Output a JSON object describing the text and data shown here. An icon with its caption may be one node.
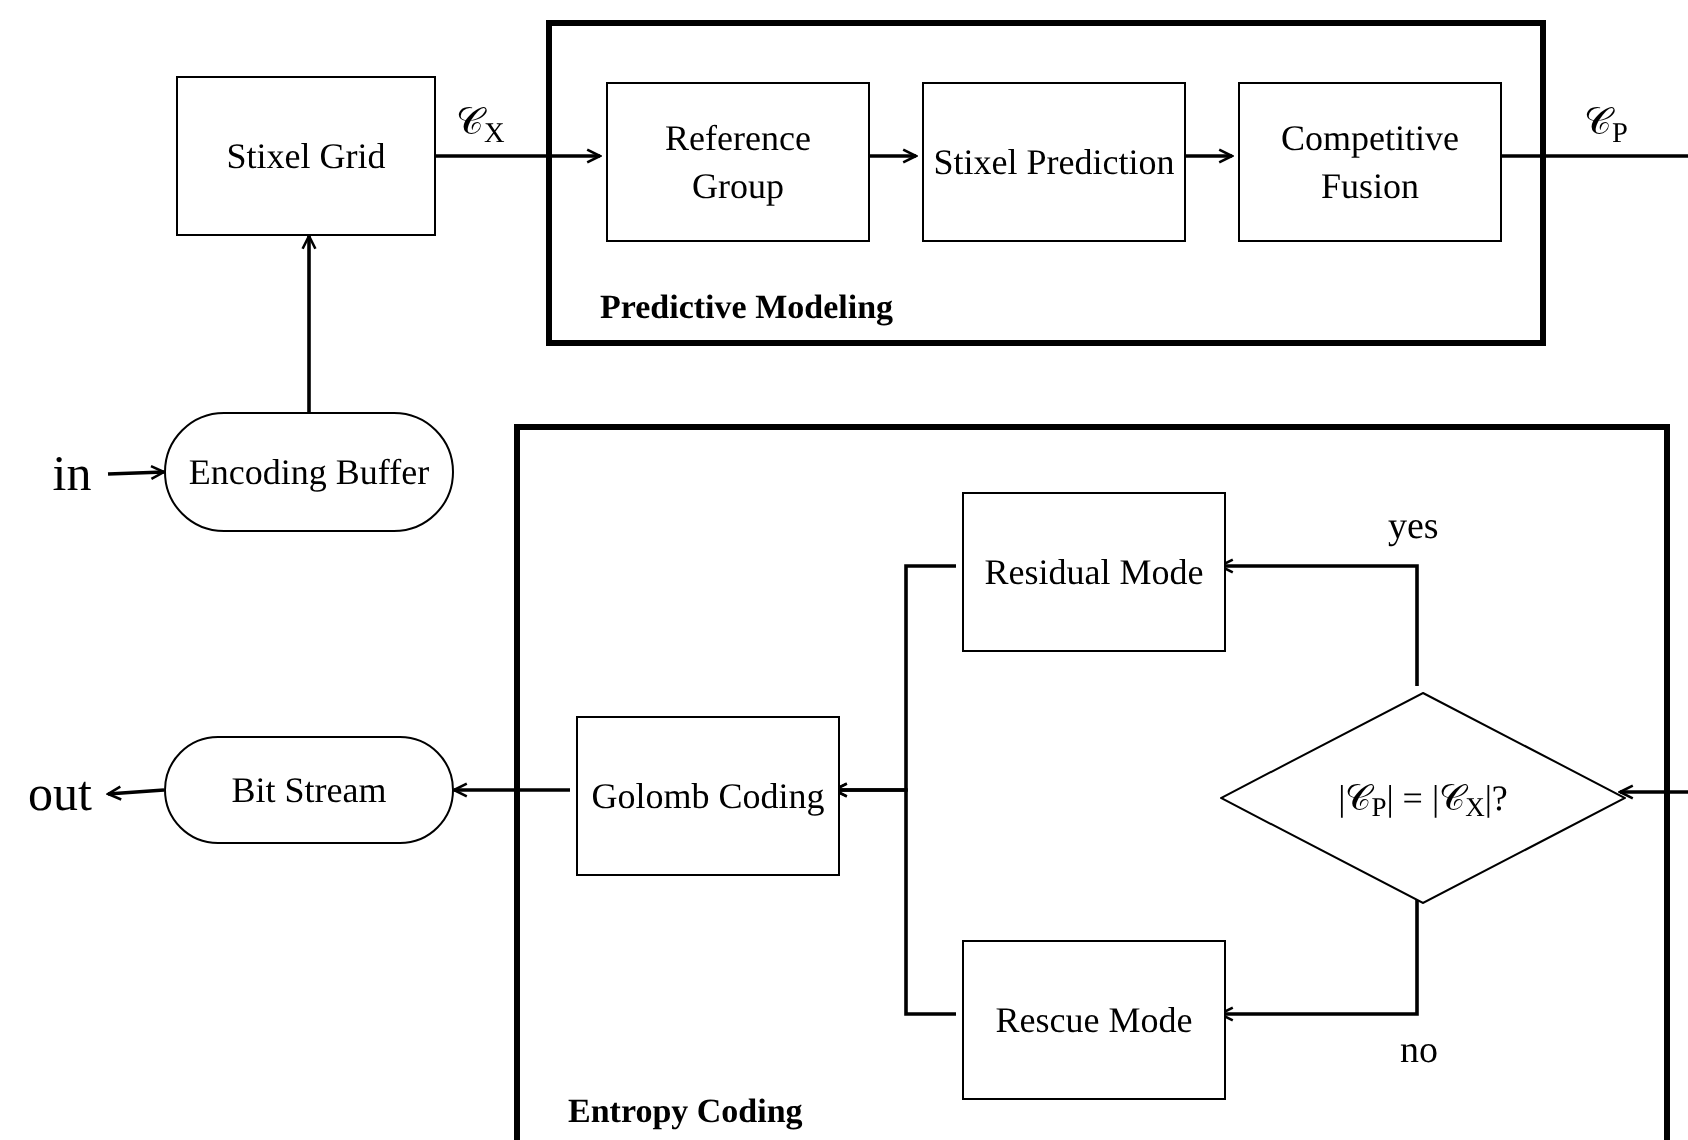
{
  "diagram": {
    "nodes": [
      {
        "text": [
          "Stixel Grid"
        ]
      },
      {
        "text": [
          "Predictive Modeling"
        ]
      },
      {
        "text": [
          "Reference Group"
        ],
        "in": 1
      },
      {
        "text": [
          "Stixel Prediction"
        ],
        "in": 1
      },
      {
        "text": [
          "Competitive Fusion"
        ],
        "in": 1
      },
      {
        "text": [
          "in"
        ]
      },
      {
        "text": [
          "Encoding Buffer"
        ]
      },
      {
        "text": [
          "Entropy Coding"
        ]
      },
      {
        "text": [
          "Residual Mode"
        ],
        "in": 7
      },
      {
        "text": [
          "out"
        ]
      },
      {
        "text": [
          "Bit Stream"
        ]
      },
      {
        "text": [
          "Golomb Coding"
        ],
        "in": 7
      },
      {
        "text": [
          "|𝒞$_{P}$| = |𝒞$_{X}$|?"
        ],
        "in": 7
      },
      {
        "text": [
          "Rescue Mode"
        ],
        "in": 7
      }
    ],
    "edges": [
      {
        "from": 0,
        "to": 2,
        "arrow": "to",
        "label": "𝒞$_{X}$"
      },
      {
        "from": 2,
        "to": 3,
        "arrow": "to"
      },
      {
        "from": 3,
        "to": 4,
        "arrow": "to"
      },
      {
        "from": 4,
        "to": null,
        "arrow": "none",
        "label": "𝒞$_{P}$"
      },
      {
        "from": 5,
        "to": 6,
        "arrow": "to"
      },
      {
        "from": 6,
        "to": 0,
        "arrow": "to"
      },
      {
        "from": null,
        "to": 12,
        "arrow": "to"
      },
      {
        "from": 12,
        "to": 8,
        "arrow": "to",
        "label": "yes"
      },
      {
        "from": 12,
        "to": 13,
        "arrow": "to",
        "label": "no"
      },
      {
        "from": 8,
        "to": 11,
        "arrow": "to"
      },
      {
        "from": 13,
        "to": 11,
        "arrow": "to"
      },
      {
        "from": 11,
        "to": 10,
        "arrow": "to"
      },
      {
        "from": 10,
        "to": 9,
        "arrow": "to"
      }
    ]
  }
}
